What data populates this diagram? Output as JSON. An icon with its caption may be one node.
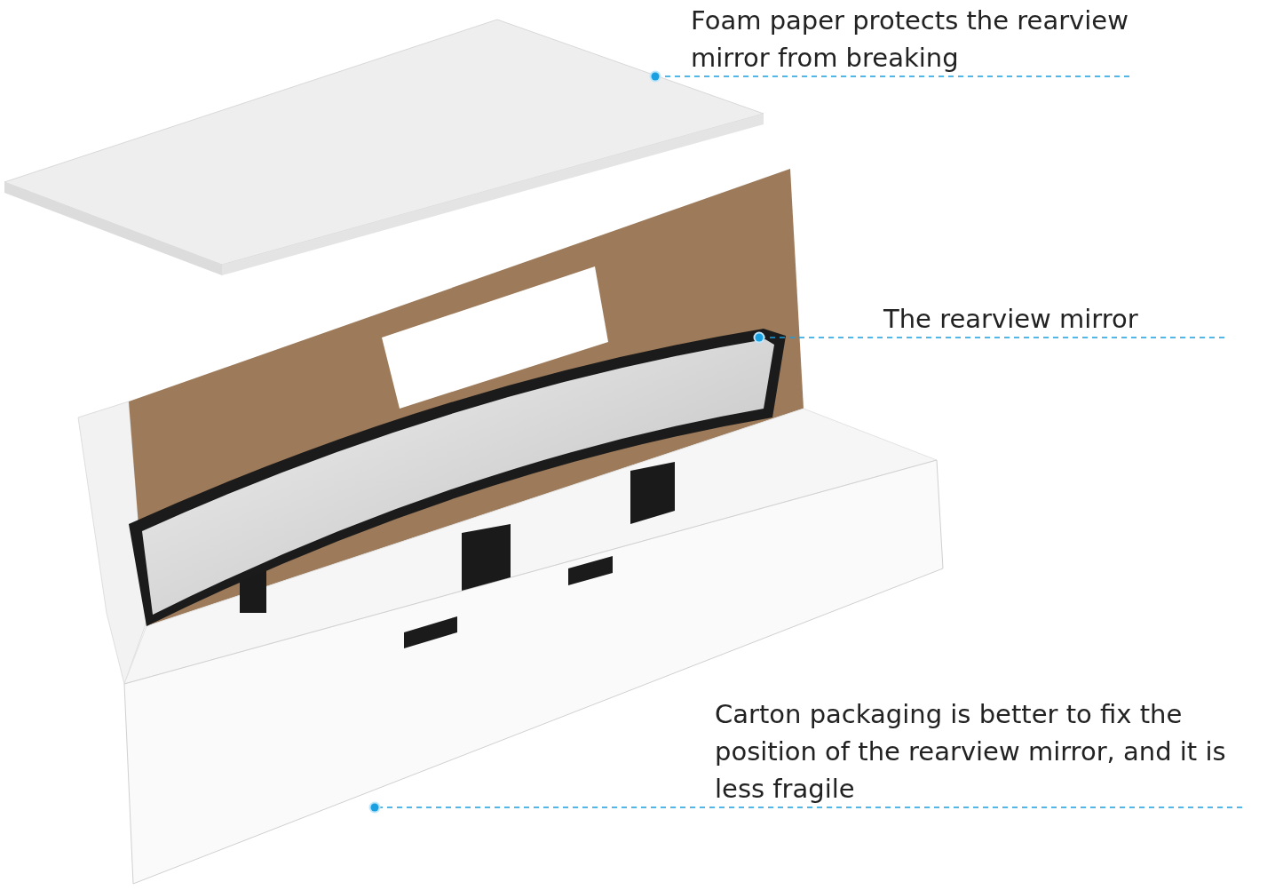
{
  "diagram": {
    "nodes": [
      {
        "text": [
          "Foam paper protects the rearview mirror from breaking"
        ]
      },
      {
        "text": [],
        "shape": "picture"
      },
      {
        "text": [
          "The rearview mirror"
        ]
      },
      {
        "text": [],
        "shape": "picture"
      },
      {
        "text": [
          "Carton packaging is better to fix the position of the rearview mirror, and it is less fragile"
        ]
      },
      {
        "text": [],
        "shape": "picture"
      }
    ],
    "edges": [
      {
        "from": 0,
        "to": 1,
        "arrow": "other",
        "style": "dashed"
      },
      {
        "from": 2,
        "to": 3,
        "arrow": "other",
        "style": "dashed"
      },
      {
        "from": 4,
        "to": 5,
        "arrow": "other",
        "style": "dashed"
      }
    ]
  }
}
